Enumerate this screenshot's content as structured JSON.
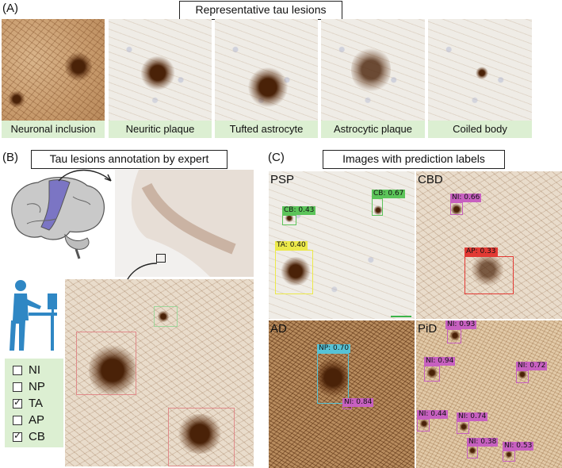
{
  "panel_a": {
    "letter": "(A)",
    "title": "Representative tau lesions",
    "images": [
      {
        "caption": "Neuronal inclusion"
      },
      {
        "caption": "Neuritic plaque"
      },
      {
        "caption": "Tufted astrocyte"
      },
      {
        "caption": "Astrocytic plaque"
      },
      {
        "caption": "Coiled body"
      }
    ]
  },
  "panel_b": {
    "letter": "(B)",
    "title": "Tau lesions annotation by expert",
    "checklist": [
      {
        "label": "NI",
        "checked": false
      },
      {
        "label": "NP",
        "checked": false
      },
      {
        "label": "TA",
        "checked": true
      },
      {
        "label": "AP",
        "checked": false
      },
      {
        "label": "CB",
        "checked": true
      }
    ]
  },
  "panel_c": {
    "letter": "(C)",
    "title": "Images with prediction labels",
    "quadrants": [
      {
        "name": "PSP",
        "detections": [
          {
            "label": "CB: 0.67",
            "color": "#5cc45a"
          },
          {
            "label": "CB: 0.43",
            "color": "#5cc45a"
          },
          {
            "label": "TA: 0.40",
            "color": "#ece94a"
          }
        ]
      },
      {
        "name": "CBD",
        "detections": [
          {
            "label": "NI: 0.66",
            "color": "#c760c0"
          },
          {
            "label": "AP: 0.33",
            "color": "#e23a34"
          }
        ]
      },
      {
        "name": "AD",
        "detections": [
          {
            "label": "NP: 0.70",
            "color": "#57c3d6"
          },
          {
            "label": "NI: 0.84",
            "color": "#c760c0"
          }
        ]
      },
      {
        "name": "PiD",
        "detections": [
          {
            "label": "NI: 0.93",
            "color": "#c760c0"
          },
          {
            "label": "NI: 0.94",
            "color": "#c760c0"
          },
          {
            "label": "NI: 0.72",
            "color": "#c760c0"
          },
          {
            "label": "NI: 0.44",
            "color": "#c760c0"
          },
          {
            "label": "NI: 0.74",
            "color": "#c760c0"
          },
          {
            "label": "NI: 0.38",
            "color": "#c760c0"
          },
          {
            "label": "NI: 0.53",
            "color": "#c760c0"
          }
        ]
      }
    ]
  }
}
